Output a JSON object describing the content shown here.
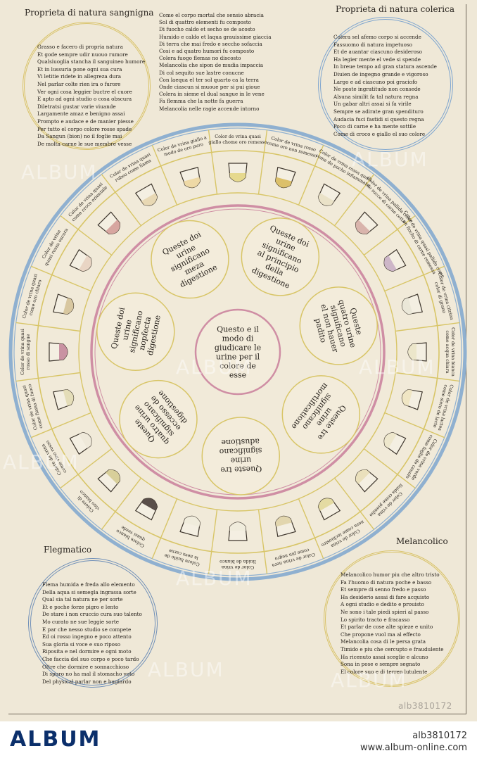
{
  "colors": {
    "paper": "#efe8d7",
    "ink": "#241f1a",
    "sanguine_ring": "#d9c36a",
    "colerico_ring": "#7ea5cf",
    "flegmatico_ring": "#6f8fb8",
    "melancolico_ring": "#d9c36a",
    "outer_ring": "#8fb0d0",
    "pink_ring": "#cf8ea4",
    "yellow_ring": "#d8c567",
    "footer_brand": "#0b2f6b"
  },
  "corners": {
    "sanguigna": {
      "title": "Proprieta di natura sangnigna",
      "lines": [
        "Grasso e facero di propria natura",
        "Et gode sempre udir nuouo rumore",
        "Qualsiuoglia stancha il sanguineo humore",
        "Et in lussuria pone ogni sua cura",
        "Vi letitie ridete in allegreza dura",
        "Nel parlar colte rien ira o furore",
        "Ver ogni cosa leggier buctre el cuore",
        "E apto ad ogni studio o cosa obscura",
        "Diletratsi gustar varie viuande",
        "Largamente amaz e benigno assai",
        "Prompto e audace e de manier piesse",
        "Per tutto el corpo colore rosse spade",
        "Da Sangun (bion) no il foglie mai",
        "De molta carne le sue membre vesse"
      ]
    },
    "colerica": {
      "title": "Proprieta di natura colerica",
      "lines": [
        "Colera sel afemo corpo si accende",
        "Fassuomo di natura impetuoso",
        "Et de auantar ciascuno desideroso",
        "Ha legier mente el vede si spende",
        "In breue tempo ad gran statura ascende",
        "Diuien de ingegno grande e vigoroso",
        "Largo e ad ciascuno poi graciofo",
        "Ne poste ingratitudo non consede",
        "Alsuna similit fa tal natura regna",
        "Un gabar altri assai si fa virile",
        "Sempre se adirate gran spendituro",
        "Audacia fuci fastidi si questo regna",
        "Poco di carne e ha mente sottile",
        "Come di croco e giallo el suo colore"
      ]
    },
    "flegmatico": {
      "title": "Flegmatico",
      "lines": [
        "Flema humida e freda allo elemento",
        "Della aqua si semegla ingrassa sorte",
        "Qual sia tal natura ne per sorte",
        "Et e poche forze pigro e lento",
        "De stare i non cruccio cura suo talento",
        "Mo curato ne sue leggie sorte",
        "E par che nesso studio se compete",
        "Ed oi rosso ingegno e poco attento",
        "Sua gloria si voce e suo riposo",
        "Riposita e nel dormire e ogni moto",
        "Che faccia del suo corpo e poco tardo",
        "Oltre che dormire e sonnacchioso",
        "Di spuro no ha mal il stomacho voto",
        "Del physical parlar non e bugiardo"
      ]
    },
    "melancolico": {
      "title": "Melancolico",
      "lines": [
        "Melancolico humor piu che altro tristo",
        "Fa l'huomo di natura poche e basso",
        "Et sempre di senno fredo e passo",
        "Ha desiderio assai di fare acquisto",
        "A ogni studio e dedito e prouisto",
        "Ne sono i tale piedi spieri al passo",
        "Lo spirito tracto e fracasso",
        "Et parlar de cose alte spieze e unito",
        "Che propone vuol ma al effecto",
        "Melancolia cosa di le persa grata",
        "Timido e piu che cercupto e fraudulente",
        "Ha ricenuto assai sceglie e alcuno",
        "Sona in pose e sempre segnato",
        "El colore suo e di terren lutulente"
      ]
    }
  },
  "center_text": [
    "Come el corpo mortal che sensio abracia",
    "Sol di quattro elementi fu composto",
    "Di fuocho caldo et secho se de acosto",
    "Humido e caldo et laqua grauissime giaccia",
    "Di terra che mai fredo e seccho sofaccia",
    "Cosi e ad quatro humori fu composto",
    "Colera fuogo flemas no discosto",
    "Melancolia che sipon de mudia impaccia",
    "Di col sequito sue lastre conucne",
    "Con laequa el ter sol quarto ca la terra",
    "Onde ciascun si muoue per si pui gioue",
    "Colera in sieme el dual sangue in le vene",
    "Fa flemma che la notte fa guerra",
    "Melancolia nelle ragie accende intorno"
  ],
  "wheel": {
    "center_label": "Questo e il modo di giudicare le urine per il colore de esse",
    "inner_labels": [
      "Queste doi urine significano al principio della digestione",
      "Queste quatro urine significano el non hauer padito",
      "Queste tre urine significano mortificatione",
      "Queste tre urine significano adustione",
      "Queste quatro urine significano eccesso de digestione",
      "Queste doi urine significano nopfecta digestione",
      "Queste doi urine significano meza digestione"
    ],
    "outer_labels": [
      "Color de vrina quasi giallo chome oro remesso",
      "Color de vrina rosso come oro non remesso",
      "Color de vrina rossa quasi come de pocho infiammato",
      "Color de vrina pallida come de succo di carne cotta",
      "Color de vrina quasi pallido come un fiocho di carne remessa",
      "Color de vrina citrina color di grano",
      "Color de vrina bianca come acqua chiara",
      "Color de vrina lactea come siero de lacte",
      "Color de vrina verde come foglie de cauolo",
      "Color de vrina liuida come piombo",
      "Color de vrina nera come inchiostro",
      "Color de vrina nera come piu negro",
      "Color de vrina liuida de bianco",
      "Colore liuido de la nera carne",
      "Colore bianco quasi verde",
      "Colore di vino bianco",
      "Colore de vrina come vino rosso",
      "Color de vrina quasi come fiama di fuoco",
      "Color de vrina quasi rosso di sangue",
      "Color de vrina quasi come oro chiaro",
      "Color de vrina quasi rossa oscura",
      "Color de vrina quasi come croco orientale",
      "Color de vrina quasi rubeo come fiama",
      "Color de vrina giallo a modo de oro puro"
    ]
  },
  "urine_flask_colors": [
    "#e6d98e",
    "#dcc06a",
    "#eae2c8",
    "#d9b4ac",
    "#cdb6c8",
    "#eae7d8",
    "#ece6ca",
    "#f0e6c4",
    "#eee7cc",
    "#eae0bc",
    "#e4dba2",
    "#e2d6ae",
    "#f0ecdc",
    "#f0ecdc",
    "#5a4f4a",
    "#d8cf9a",
    "#efe9da",
    "#e4ddb8",
    "#c992a2",
    "#d8c7a0",
    "#e9d5c4",
    "#d7a6a0",
    "#e8d8b4",
    "#eed9a6"
  ],
  "watermarks": [
    "ALBUM",
    "ALBUM",
    "ALBUM",
    "ALBUM",
    "ALBUM",
    "ALBUM",
    "ALBUM",
    "ALBUM"
  ],
  "watermark_code": "alb3810172",
  "footer": {
    "brand": "ALBUM",
    "image_id": "alb3810172",
    "site": "www.album-online.com"
  }
}
